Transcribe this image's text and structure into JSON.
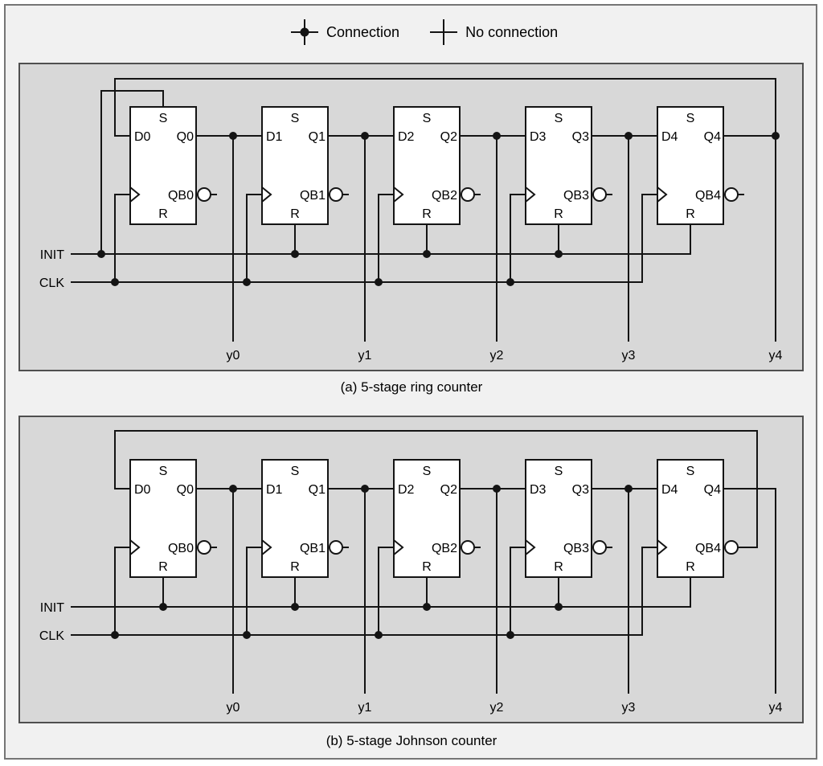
{
  "figure": {
    "legend": {
      "items": [
        {
          "symbol": "connection",
          "label": "Connection"
        },
        {
          "symbol": "no_connection",
          "label": "No connection"
        }
      ]
    },
    "panels": [
      {
        "id": "a",
        "caption": "(a) 5-stage ring counter",
        "feedback_from": "Q4",
        "feedback_to": "D0",
        "inputs": {
          "init": "INIT",
          "clk": "CLK"
        },
        "init_connects": {
          "set_stages": [
            0
          ],
          "reset_stages": [
            1,
            2,
            3,
            4
          ]
        },
        "outputs": [
          "y0",
          "y1",
          "y2",
          "y3",
          "y4"
        ],
        "stages": [
          {
            "set": "S",
            "reset": "R",
            "d": "D0",
            "q": "Q0",
            "qb": "QB0"
          },
          {
            "set": "S",
            "reset": "R",
            "d": "D1",
            "q": "Q1",
            "qb": "QB1"
          },
          {
            "set": "S",
            "reset": "R",
            "d": "D2",
            "q": "Q2",
            "qb": "QB2"
          },
          {
            "set": "S",
            "reset": "R",
            "d": "D3",
            "q": "Q3",
            "qb": "QB3"
          },
          {
            "set": "S",
            "reset": "R",
            "d": "D4",
            "q": "Q4",
            "qb": "QB4"
          }
        ]
      },
      {
        "id": "b",
        "caption": "(b) 5-stage Johnson counter",
        "feedback_from": "QB4",
        "feedback_to": "D0",
        "inputs": {
          "init": "INIT",
          "clk": "CLK"
        },
        "init_connects": {
          "set_stages": [],
          "reset_stages": [
            0,
            1,
            2,
            3,
            4
          ]
        },
        "outputs": [
          "y0",
          "y1",
          "y2",
          "y3",
          "y4"
        ],
        "stages": [
          {
            "set": "S",
            "reset": "R",
            "d": "D0",
            "q": "Q0",
            "qb": "QB0"
          },
          {
            "set": "S",
            "reset": "R",
            "d": "D1",
            "q": "Q1",
            "qb": "QB1"
          },
          {
            "set": "S",
            "reset": "R",
            "d": "D2",
            "q": "Q2",
            "qb": "QB2"
          },
          {
            "set": "S",
            "reset": "R",
            "d": "D3",
            "q": "Q3",
            "qb": "QB3"
          },
          {
            "set": "S",
            "reset": "R",
            "d": "D4",
            "q": "Q4",
            "qb": "QB4"
          }
        ]
      }
    ],
    "colors": {
      "background": "#f1f1f1",
      "panel_fill": "#d8d8d8",
      "panel_border": "#4f4f4f",
      "frame_border": "#757575",
      "wire": "#141414",
      "flipflop_fill": "#ffffff",
      "text": "#000000"
    }
  }
}
